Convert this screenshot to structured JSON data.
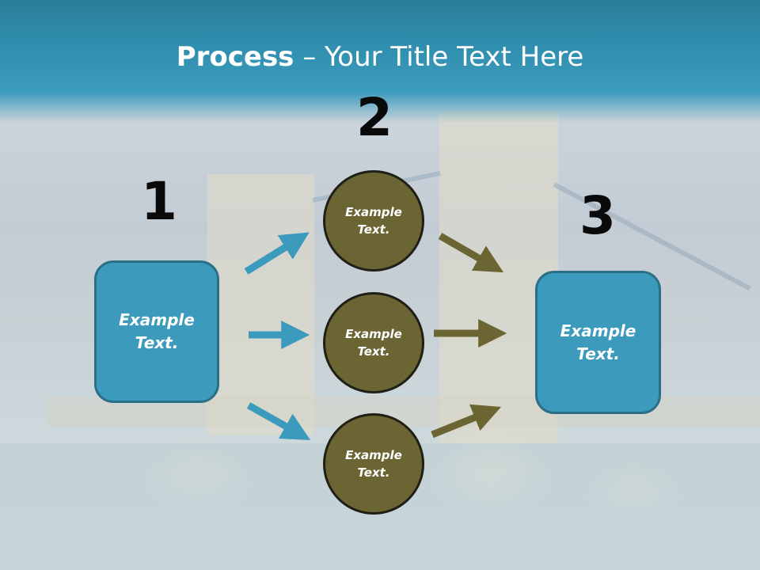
{
  "title": {
    "bold": "Process",
    "rest": " – Your Title Text Here"
  },
  "steps": {
    "one": "1",
    "two": "2",
    "three": "3"
  },
  "left_box": {
    "line1": "Example",
    "line2": "Text."
  },
  "circles": [
    {
      "line1": "Example",
      "line2": "Text."
    },
    {
      "line1": "Example",
      "line2": "Text."
    },
    {
      "line1": "Example",
      "line2": "Text."
    }
  ],
  "right_box": {
    "line1": "Example",
    "line2": "Text."
  },
  "colors": {
    "blue": "#3c9bbd",
    "olive": "#6b6433",
    "band": "#2f8dad"
  }
}
